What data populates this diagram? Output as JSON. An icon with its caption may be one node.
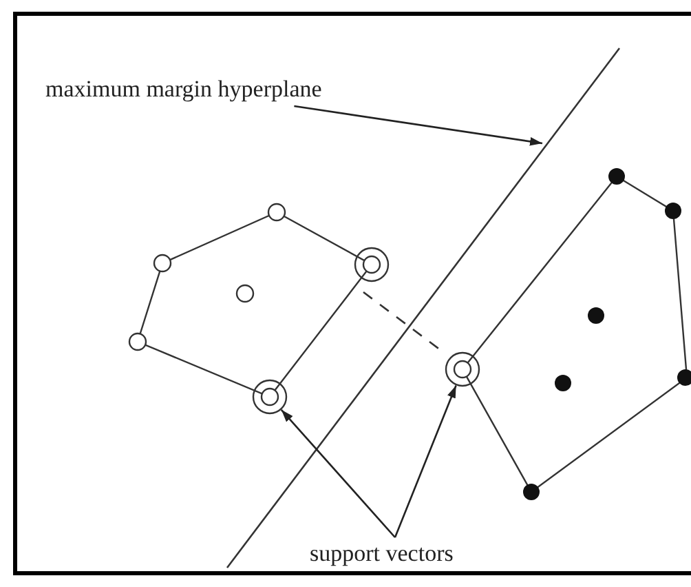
{
  "diagram": {
    "nodes": [
      {
        "text": [
          "maximum margin hyperplane"
        ]
      },
      {
        "text": [
          "support vectors"
        ]
      },
      {
        "text": [],
        "shape": "circle"
      },
      {
        "text": [],
        "shape": "circle"
      }
    ],
    "edges": [
      {
        "from": 0,
        "to": null,
        "arrow": "to"
      },
      {
        "from": 1,
        "to": 2,
        "arrow": "to"
      },
      {
        "from": 1,
        "to": 3,
        "arrow": "to"
      }
    ]
  }
}
